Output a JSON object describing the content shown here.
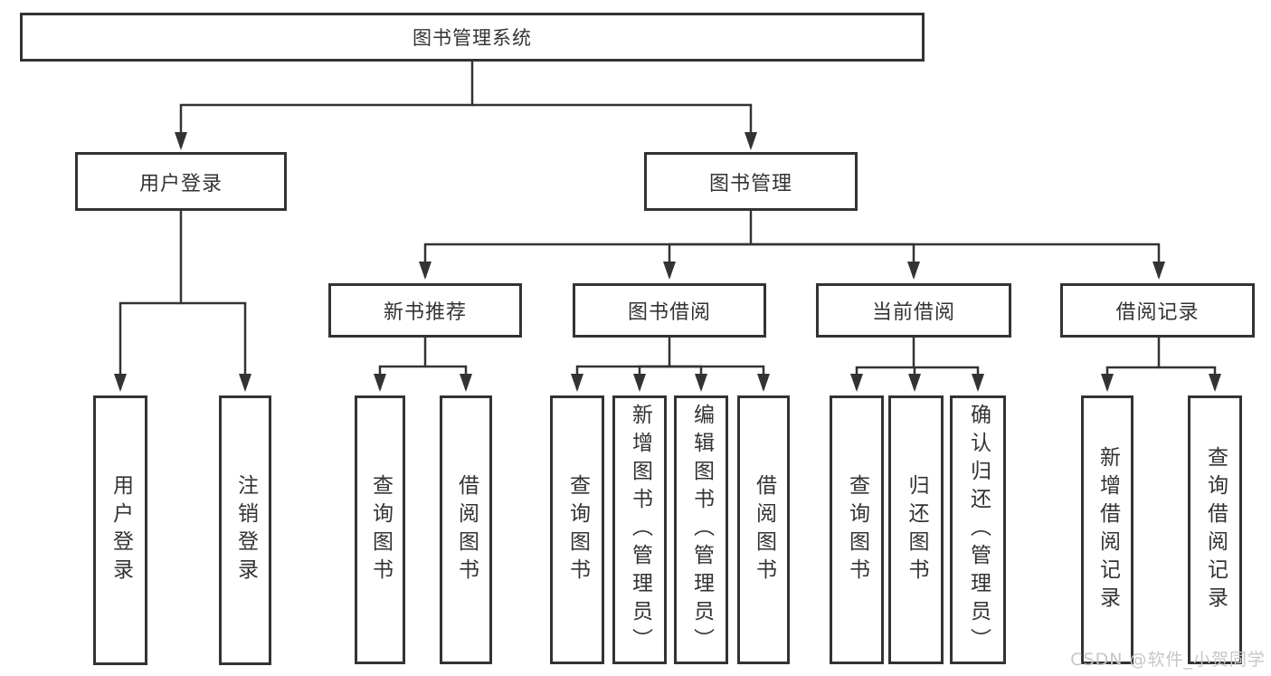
{
  "root": {
    "label": "图书管理系统",
    "children": [
      {
        "label": "用户登录",
        "children": [
          {
            "label": "用户登录"
          },
          {
            "label": "注销登录"
          }
        ]
      },
      {
        "label": "图书管理",
        "children": [
          {
            "label": "新书推荐",
            "children": [
              {
                "label": "查询图书"
              },
              {
                "label": "借阅图书"
              }
            ]
          },
          {
            "label": "图书借阅",
            "children": [
              {
                "label": "查询图书"
              },
              {
                "label": "新增图书（管理员）"
              },
              {
                "label": "编辑图书（管理员）"
              },
              {
                "label": "借阅图书"
              }
            ]
          },
          {
            "label": "当前借阅",
            "children": [
              {
                "label": "查询图书"
              },
              {
                "label": "归还图书"
              },
              {
                "label": "确认归还（管理员）"
              }
            ]
          },
          {
            "label": "借阅记录",
            "children": [
              {
                "label": "新增借阅记录"
              },
              {
                "label": "查询借阅记录"
              }
            ]
          }
        ]
      }
    ]
  },
  "line_color": "#333333",
  "watermark": "CSDN @软件_小贺同学"
}
